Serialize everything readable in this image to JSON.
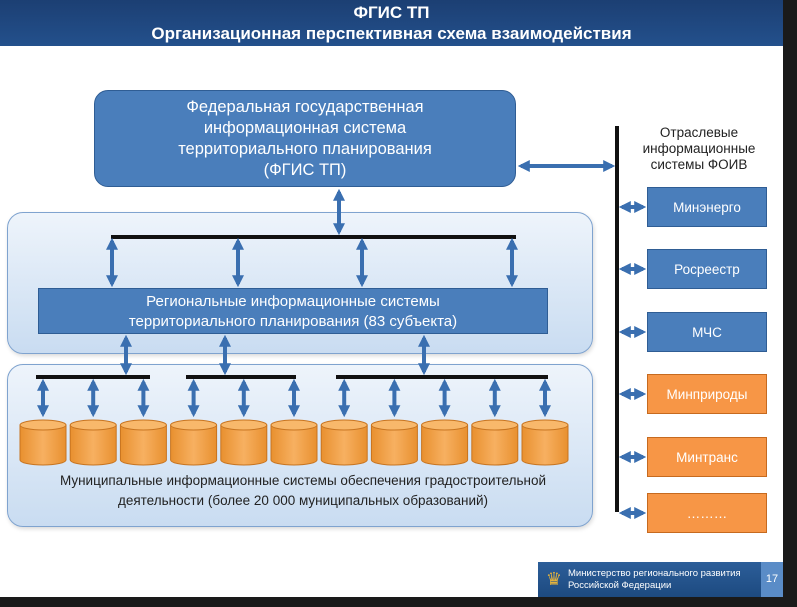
{
  "header": {
    "title": "ФГИС ТП",
    "subtitle": "Организационная перспективная схема взаимодействия"
  },
  "fgis": {
    "lines": [
      "Федеральная государственная",
      "информационная система",
      "территориального планирования",
      "(ФГИС ТП)"
    ]
  },
  "regional": {
    "lines": [
      "Региональные информационные системы",
      "территориального планирования (83 субъекта)"
    ]
  },
  "municipal": {
    "lines": [
      "Муниципальные информационные системы обеспечения градостроительной",
      "деятельности  (более 20 000 муниципальных образований)"
    ],
    "db_count": 11
  },
  "foiv": {
    "title_lines": [
      "Отраслевые",
      "информационные",
      "системы  ФОИВ"
    ],
    "agencies": [
      {
        "label": "Минэнерго",
        "color": "blue"
      },
      {
        "label": "Росреестр",
        "color": "blue"
      },
      {
        "label": "МЧС",
        "color": "blue"
      },
      {
        "label": "Минприроды",
        "color": "orange"
      },
      {
        "label": "Минтранс",
        "color": "orange"
      },
      {
        "label": "………",
        "color": "orange"
      }
    ]
  },
  "footer": {
    "org_lines": [
      "Министерство регионального развития",
      "Российской Федерации"
    ],
    "page_number": "17"
  },
  "colors": {
    "header": "#1f4a80",
    "box_blue": "#4a7ebb",
    "box_orange": "#f79646",
    "database": "#f5a34a",
    "arrow": "#3a6fb0"
  }
}
